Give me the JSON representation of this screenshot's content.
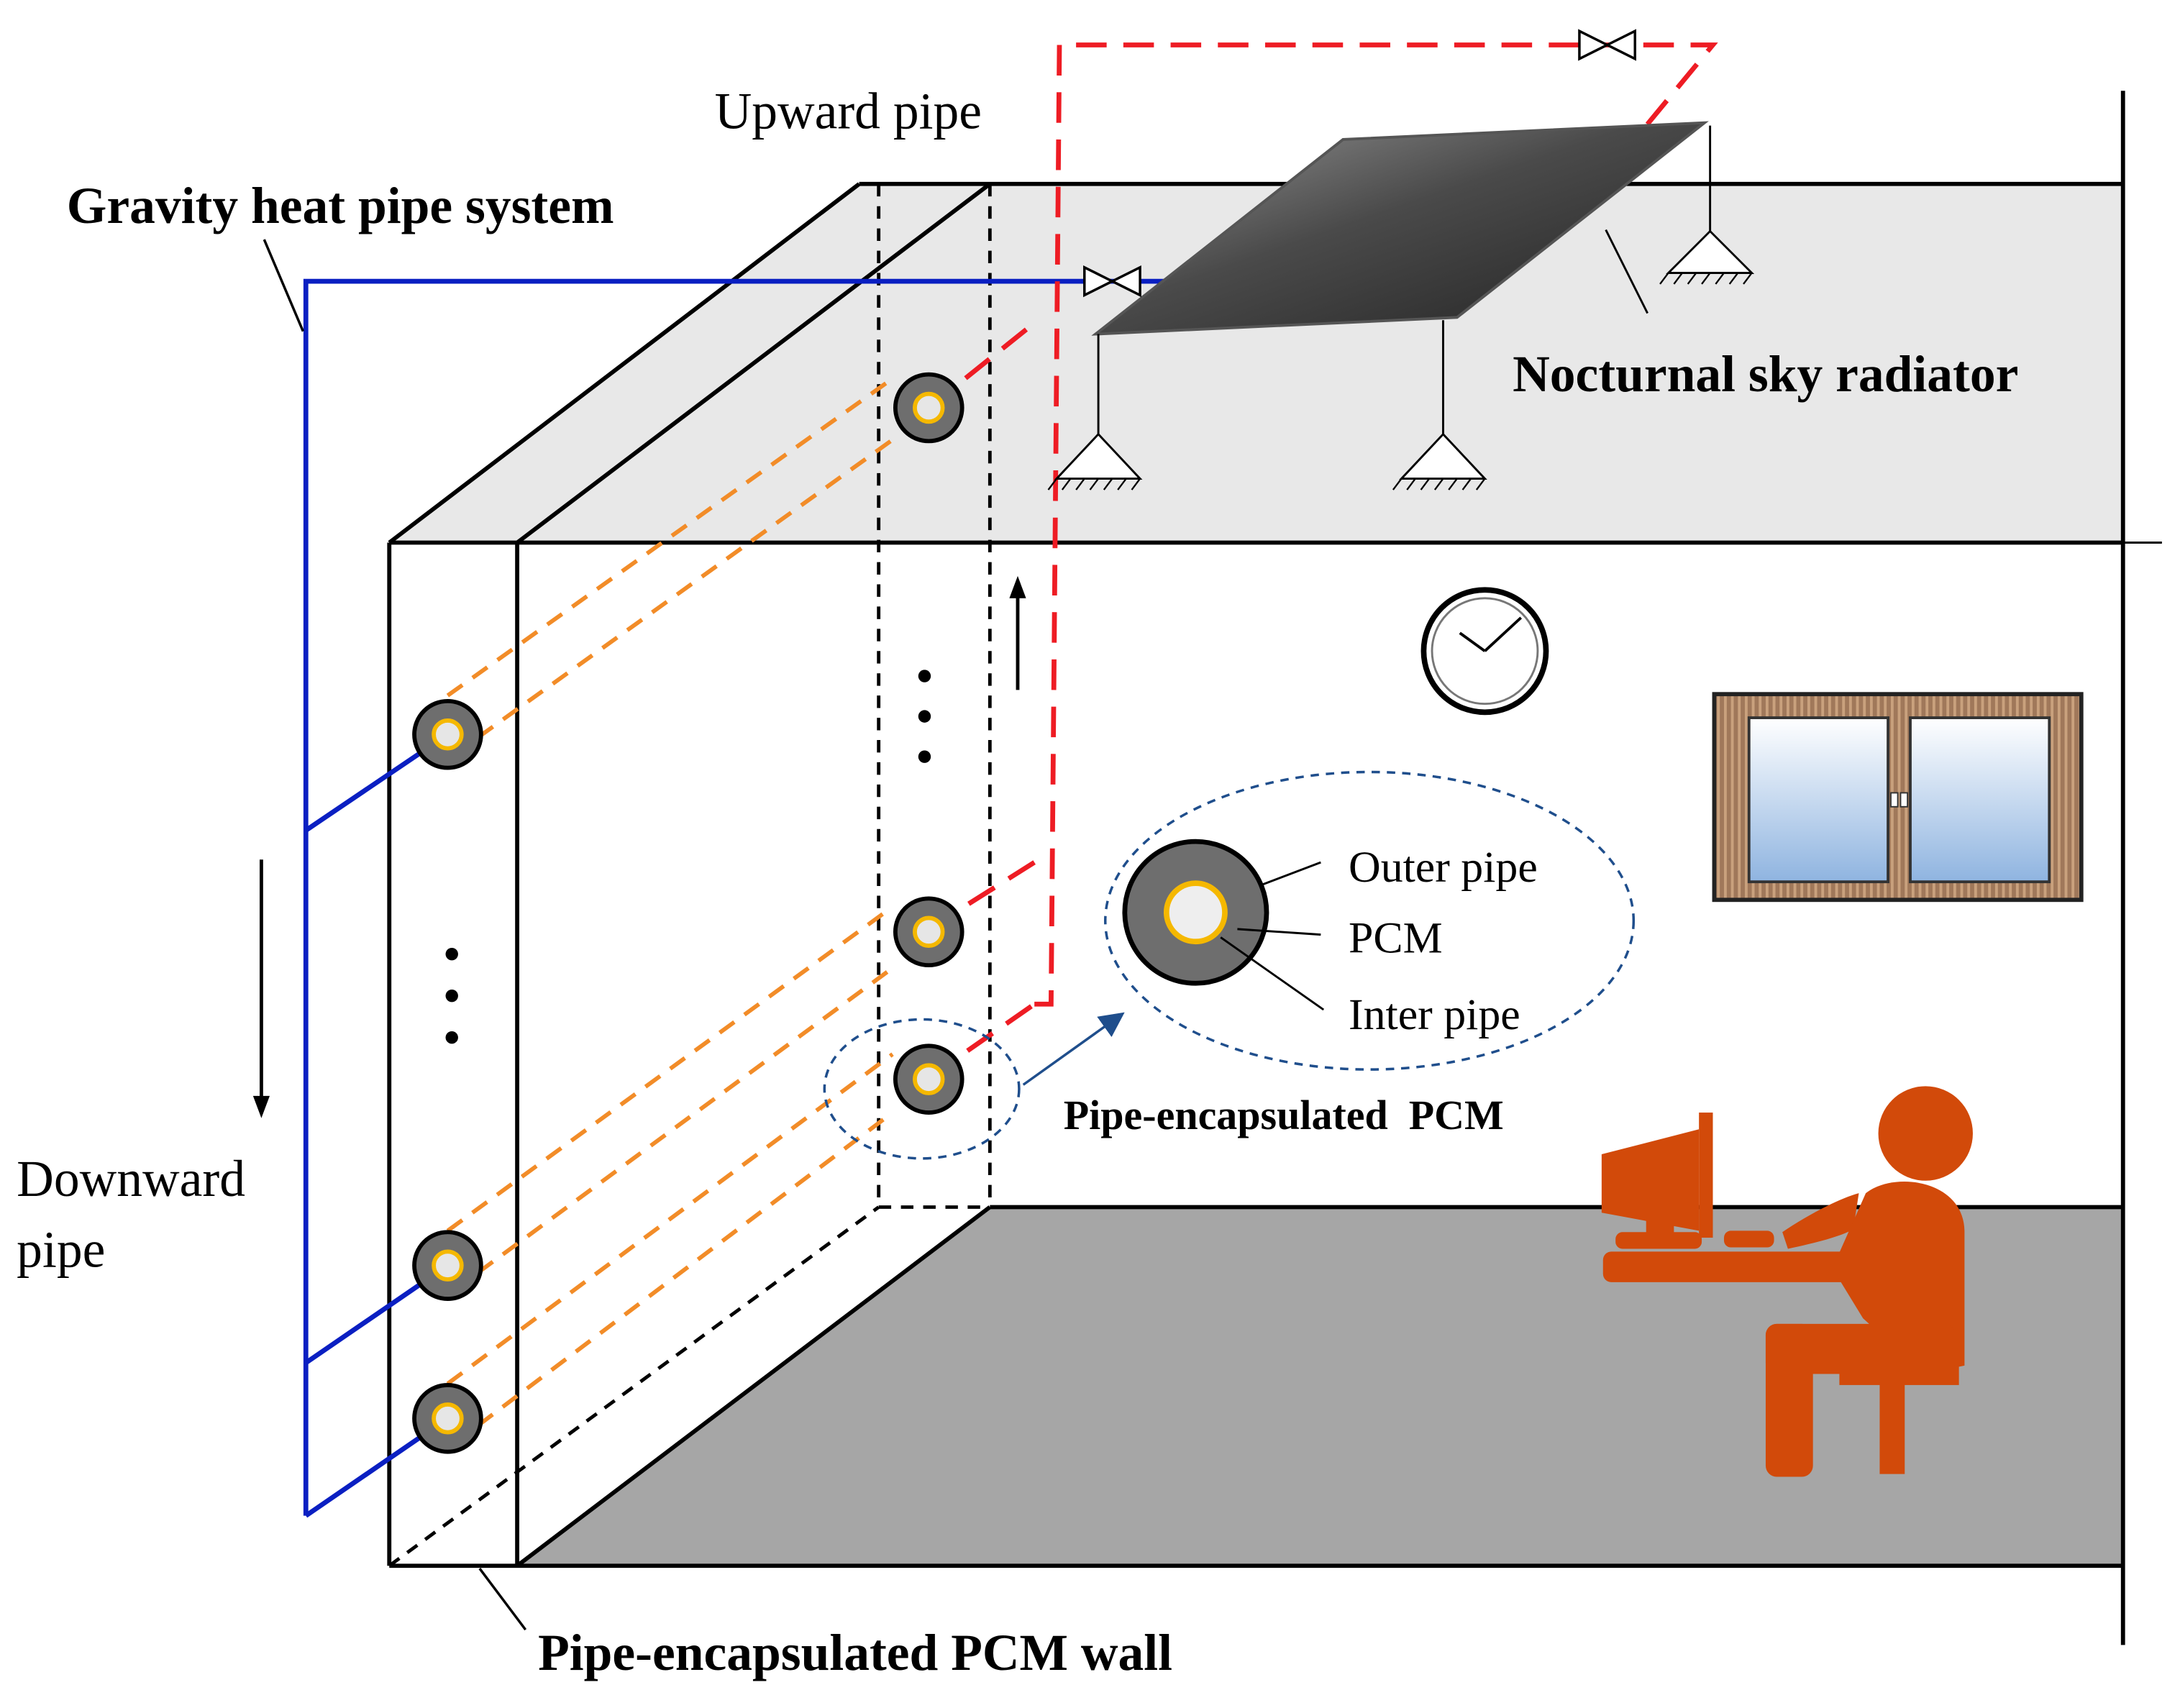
{
  "labels": {
    "upward_pipe": "Upward pipe",
    "gravity_system": "Gravity heat pipe system",
    "sky_radiator": "Nocturnal sky radiator",
    "downward_pipe_line1": "Downward",
    "downward_pipe_line2": "pipe",
    "outer_pipe": "Outer pipe",
    "pcm": "PCM",
    "inter_pipe": "Inter pipe",
    "pipe_encapsulated_pcm": "Pipe-encapsulated  PCM",
    "pcm_wall": "Pipe-encapsulated PCM wall"
  },
  "colors": {
    "return_pipe": "#0a1fc2",
    "supply_pipe": "#ee1c24",
    "embedded_pipe": "#f28c28",
    "pipe_outer": "#6e6e6e",
    "pipe_ring": "#f5b800",
    "ceiling": "#e8e8e8",
    "floor": "#a6a6a6",
    "person": "#d24a0a",
    "callout": "#1f4e8c"
  },
  "icons": [
    "valve-icon",
    "clock-icon",
    "window-icon",
    "support-icon",
    "person-at-computer-icon"
  ]
}
